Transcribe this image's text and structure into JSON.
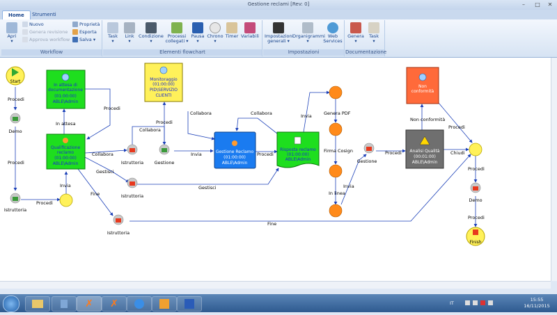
{
  "window": {
    "title": "Gestione reclami [Rev: 0]"
  },
  "tabs": [
    {
      "label": "Home"
    },
    {
      "label": "Strumenti"
    }
  ],
  "ribbon": {
    "workflow": {
      "label": "Workflow",
      "apri": "Apri",
      "nuovo": "Nuovo",
      "genera_revisione": "Genera revisione",
      "approva_workflow": "Approva workflow",
      "proprieta": "Proprietà",
      "esporta": "Esporta",
      "salva": "Salva"
    },
    "elementi": {
      "label": "Elementi flowchart",
      "task": "Task",
      "link": "Link",
      "condizione": "Condizione",
      "processi1": "Processi",
      "processi2": "collegati",
      "pausa": "Pausa",
      "chrono": "Chrono",
      "timer": "Timer",
      "variabili": "Variabili"
    },
    "impostazioni": {
      "label": "Impostazioni",
      "imp1": "Impostazioni",
      "imp2": "generali",
      "organigrammi": "Organigrammi",
      "web1": "Web",
      "web2": "Services"
    },
    "documentazione": {
      "label": "Documentazione",
      "genera": "Genera",
      "task": "Task"
    }
  },
  "diagram": {
    "start": "Start",
    "finish": "Finish",
    "demo": "Demo",
    "istruttoria": "Istruttoria",
    "gestione": "Gestione",
    "proc": "Procedi",
    "attesa": [
      "In attesa di",
      "documentazione",
      "(01:00:00)",
      "ABLE\\Admin"
    ],
    "qualificazione": [
      "Qualificazione",
      "reclamo",
      "(01:00:00)",
      "ABLE\\Admin"
    ],
    "monitoraggio": [
      "Monitoraggio",
      "(01:00:00)",
      "PID\\SERVIZIO",
      "CLIENTI"
    ],
    "gestione_reclamo": [
      "Gestione Reclamo",
      "(01:00:00)",
      "ABLE\\Admin"
    ],
    "risposta": [
      "Risposta reclamo",
      "(01:00:00)",
      "ABLE\\Admin"
    ],
    "analisi": [
      "Analisi Qualità",
      "(00:01:00)",
      "ABLE\\Admin"
    ],
    "non_conformita": [
      "Non",
      "conformità"
    ],
    "lbl_in_attesa": "In attesa",
    "lbl_collabora": "Collabora",
    "lbl_gestisci": "Gestisci",
    "lbl_invia": "Invia",
    "lbl_fine": "Fine",
    "lbl_gestisci2": "Gestisci",
    "lbl_genera_pdf": "Genera PDF",
    "lbl_firma": "Firma Cosign",
    "lbl_in_linea": "In linea",
    "lbl_non_conf": "Non conformità",
    "lbl_chiudi": "Chiudi"
  },
  "taskbar": {
    "lang": "IT",
    "time": "15:55",
    "date": "16/11/2015"
  }
}
